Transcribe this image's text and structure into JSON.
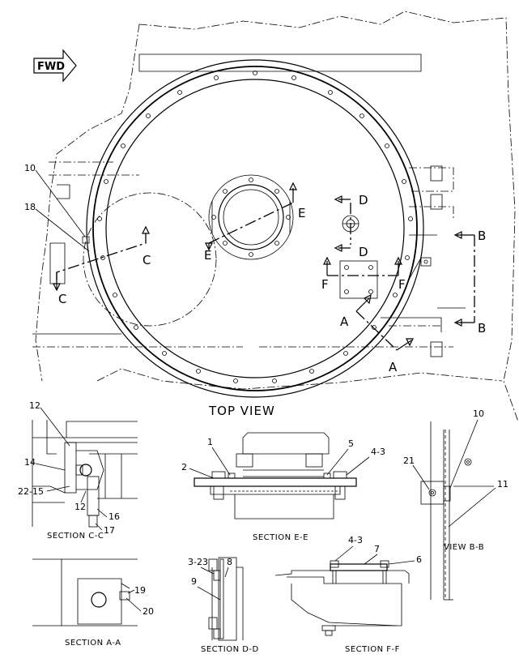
{
  "fwd_label": "FWD",
  "top_view_title": "TOP VIEW",
  "sections": {
    "c_c": "SECTION C-C",
    "e_e": "SECTION E-E",
    "b_b": "VIEW B-B",
    "a_a": "SECTION A-A",
    "d_d": "SECTION D-D",
    "f_f": "SECTION F-F"
  },
  "cut_marks": {
    "b": "B",
    "c": "C",
    "d": "D",
    "e": "E",
    "f": "F",
    "a": "A"
  },
  "callouts": {
    "p10": "10",
    "p18": "18",
    "p12": "12",
    "p14": "14",
    "p22_15": "22-15",
    "p16": "16",
    "p17": "17",
    "p1": "1",
    "p2": "2",
    "p5": "5",
    "p4_3": "4-3",
    "p21": "21",
    "p11": "11",
    "p19": "19",
    "p20": "20",
    "p3_23": "3-23",
    "p8": "8",
    "p9": "9",
    "p7": "7",
    "p6": "6"
  }
}
